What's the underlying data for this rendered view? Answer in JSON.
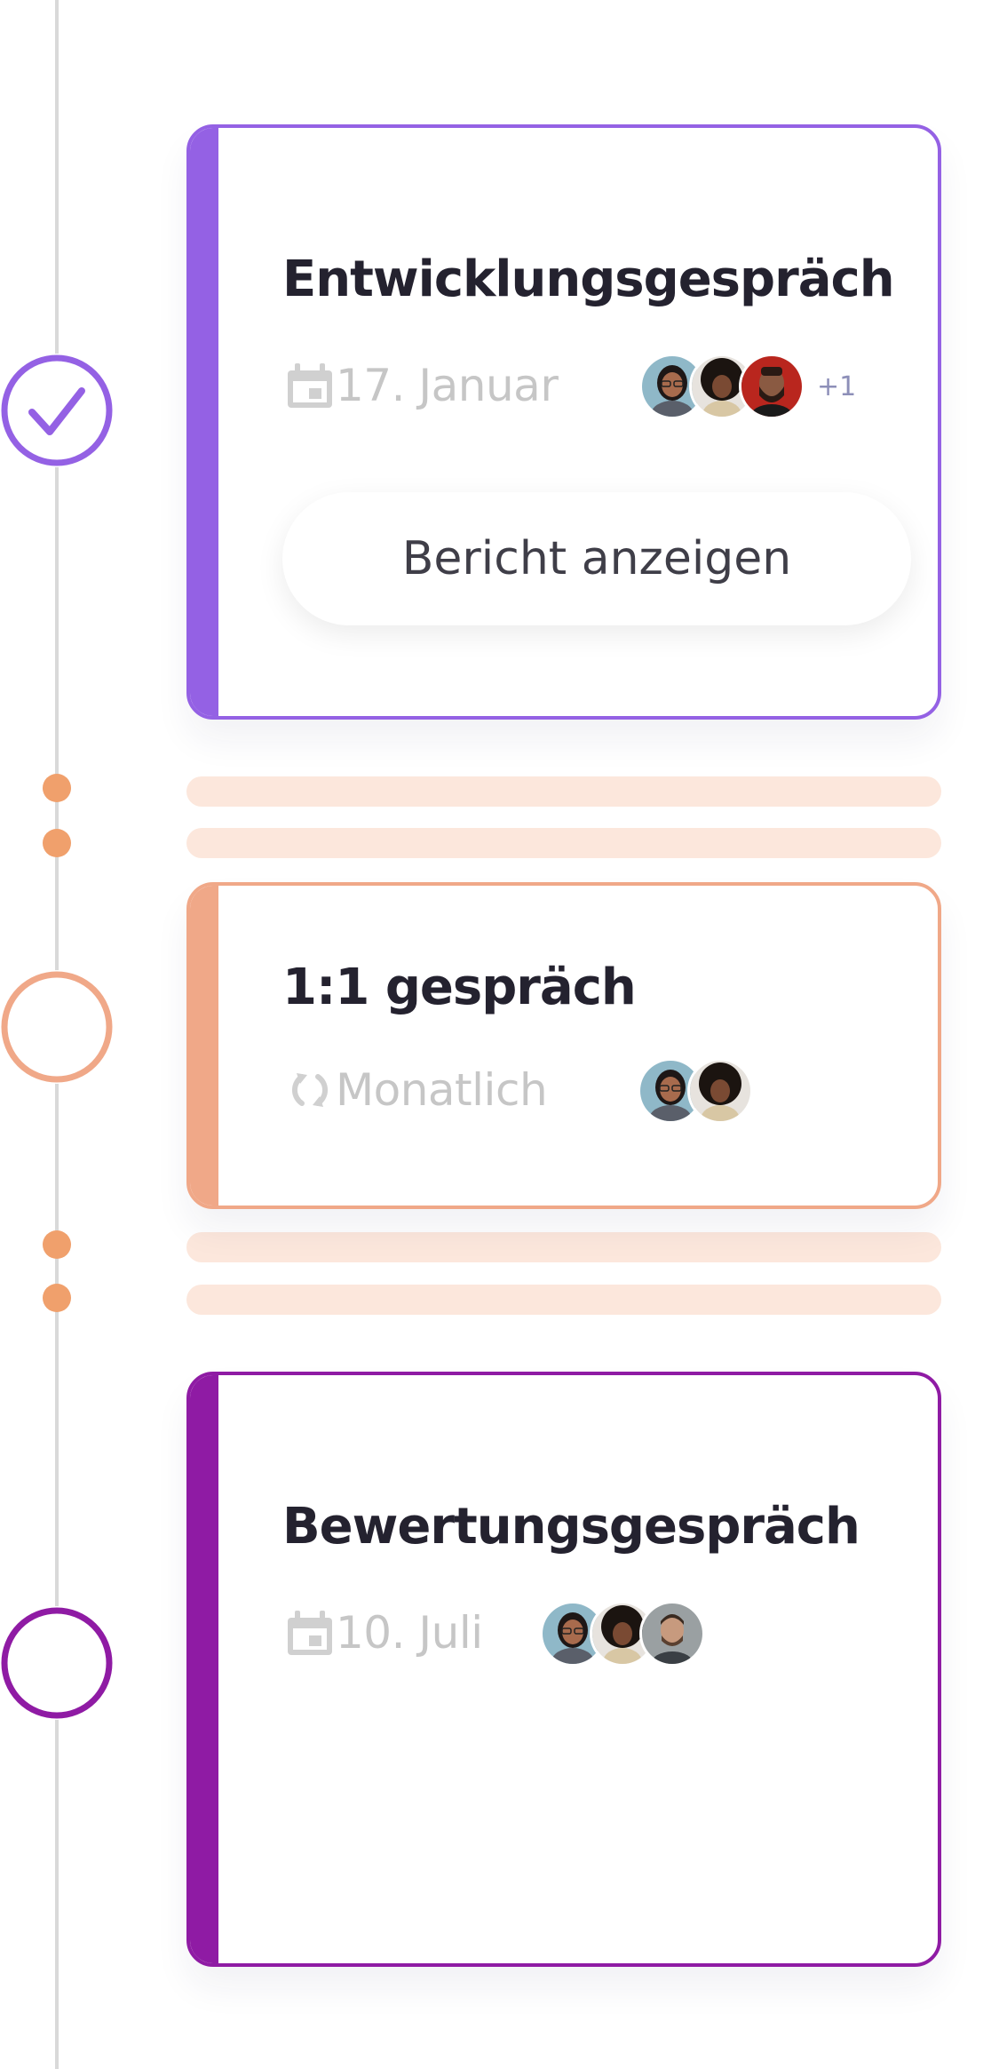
{
  "colors": {
    "purple": "#9461e4",
    "orange": "#f0a888",
    "magenta": "#8f1ba4",
    "dot_orange": "#f0a06c",
    "placeholder": "#fce7dc",
    "timeline": "#d9d9d9"
  },
  "cards": [
    {
      "title": "Entwicklungsgespräch",
      "icon": "calendar-icon",
      "meta": "17. Januar",
      "avatars": [
        "avatar-woman-glasses",
        "avatar-woman-curly",
        "avatar-man-beard"
      ],
      "more": "+1",
      "button": "Bericht anzeigen",
      "status": "completed"
    },
    {
      "title": "1:1 gespräch",
      "icon": "repeat-icon",
      "meta": "Monatlich",
      "avatars": [
        "avatar-woman-glasses",
        "avatar-woman-curly"
      ],
      "status": "pending"
    },
    {
      "title": "Bewertungsgespräch",
      "icon": "calendar-icon",
      "meta": "10. Juli",
      "avatars": [
        "avatar-woman-glasses",
        "avatar-woman-curly",
        "avatar-man-smile"
      ],
      "status": "pending"
    }
  ]
}
